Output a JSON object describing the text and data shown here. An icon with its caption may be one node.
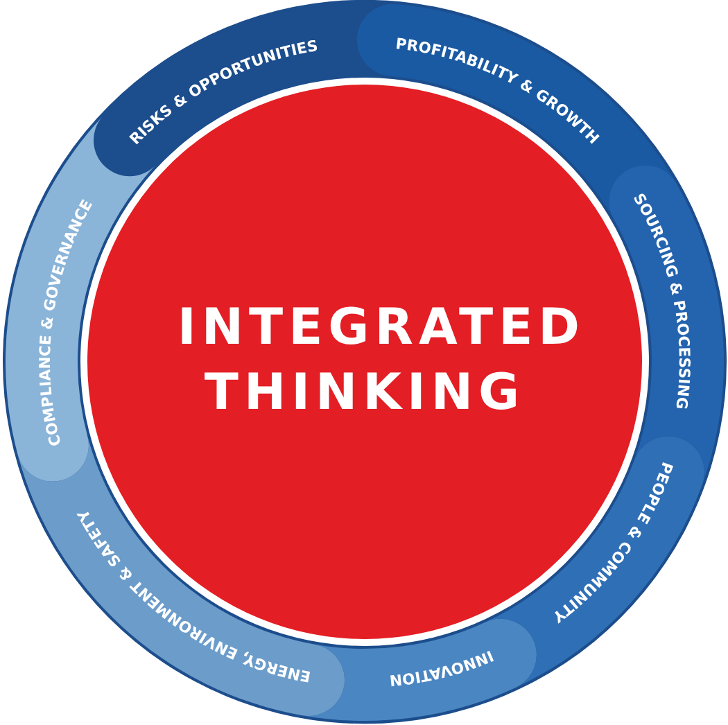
{
  "diagram": {
    "nodes": [
      {
        "text": [
          "INTEGRATED THINKING"
        ]
      },
      {
        "text": [
          "RISKS & OPPORTUNITIES"
        ]
      },
      {
        "text": [
          "PROFITABILITY & GROWTH"
        ]
      },
      {
        "text": [
          "SOURCING & PROCESSING"
        ]
      },
      {
        "text": [
          "PEOPLE & COMMUNITY"
        ]
      },
      {
        "text": [
          "INNOVATION"
        ]
      },
      {
        "text": [
          "ENERGY, ENVIRONMENT & SAFETY"
        ]
      },
      {
        "text": [
          "COMPLIANCE & GOVERNANCE"
        ]
      }
    ]
  }
}
